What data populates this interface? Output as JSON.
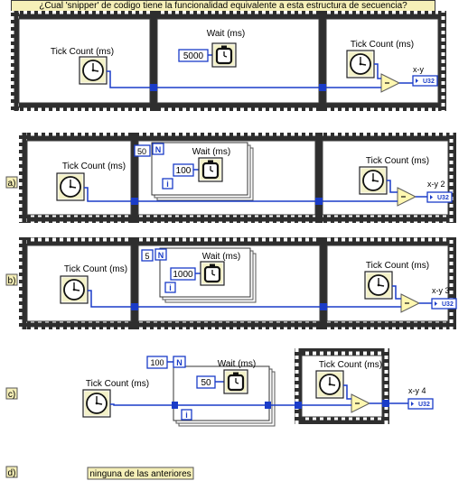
{
  "question": "¿Cual 'snipper' de codigo tiene la funcionalidad equivalente a esta estructura de secuencia?",
  "functions": {
    "tick_count": "Tick Count (ms)",
    "wait": "Wait (ms)"
  },
  "loop_terminals": {
    "n": "N",
    "i": "i"
  },
  "main": {
    "wait_value": "5000",
    "output_label": "x-y",
    "output_type": "U32"
  },
  "options": [
    {
      "letter": "a)",
      "loop_count": "50",
      "wait_value": "100",
      "output_label": "x-y 2",
      "output_type": "U32"
    },
    {
      "letter": "b)",
      "loop_count": "5",
      "wait_value": "1000",
      "output_label": "x-y 3",
      "output_type": "U32"
    },
    {
      "letter": "c)",
      "loop_count": "100",
      "wait_value": "50",
      "output_label": "x-y 4",
      "output_type": "U32"
    },
    {
      "letter": "d)",
      "text": "ninguna de las anteriores"
    }
  ],
  "colors": {
    "frame_border": "#3c3c3c",
    "frame_strip": "#8a8a8a",
    "wire_blue": "#1a3cc8",
    "constant_blue": "#1a3cc8",
    "subtract_fill": "#fff7b0",
    "label_bg": "#f6f0b8"
  }
}
